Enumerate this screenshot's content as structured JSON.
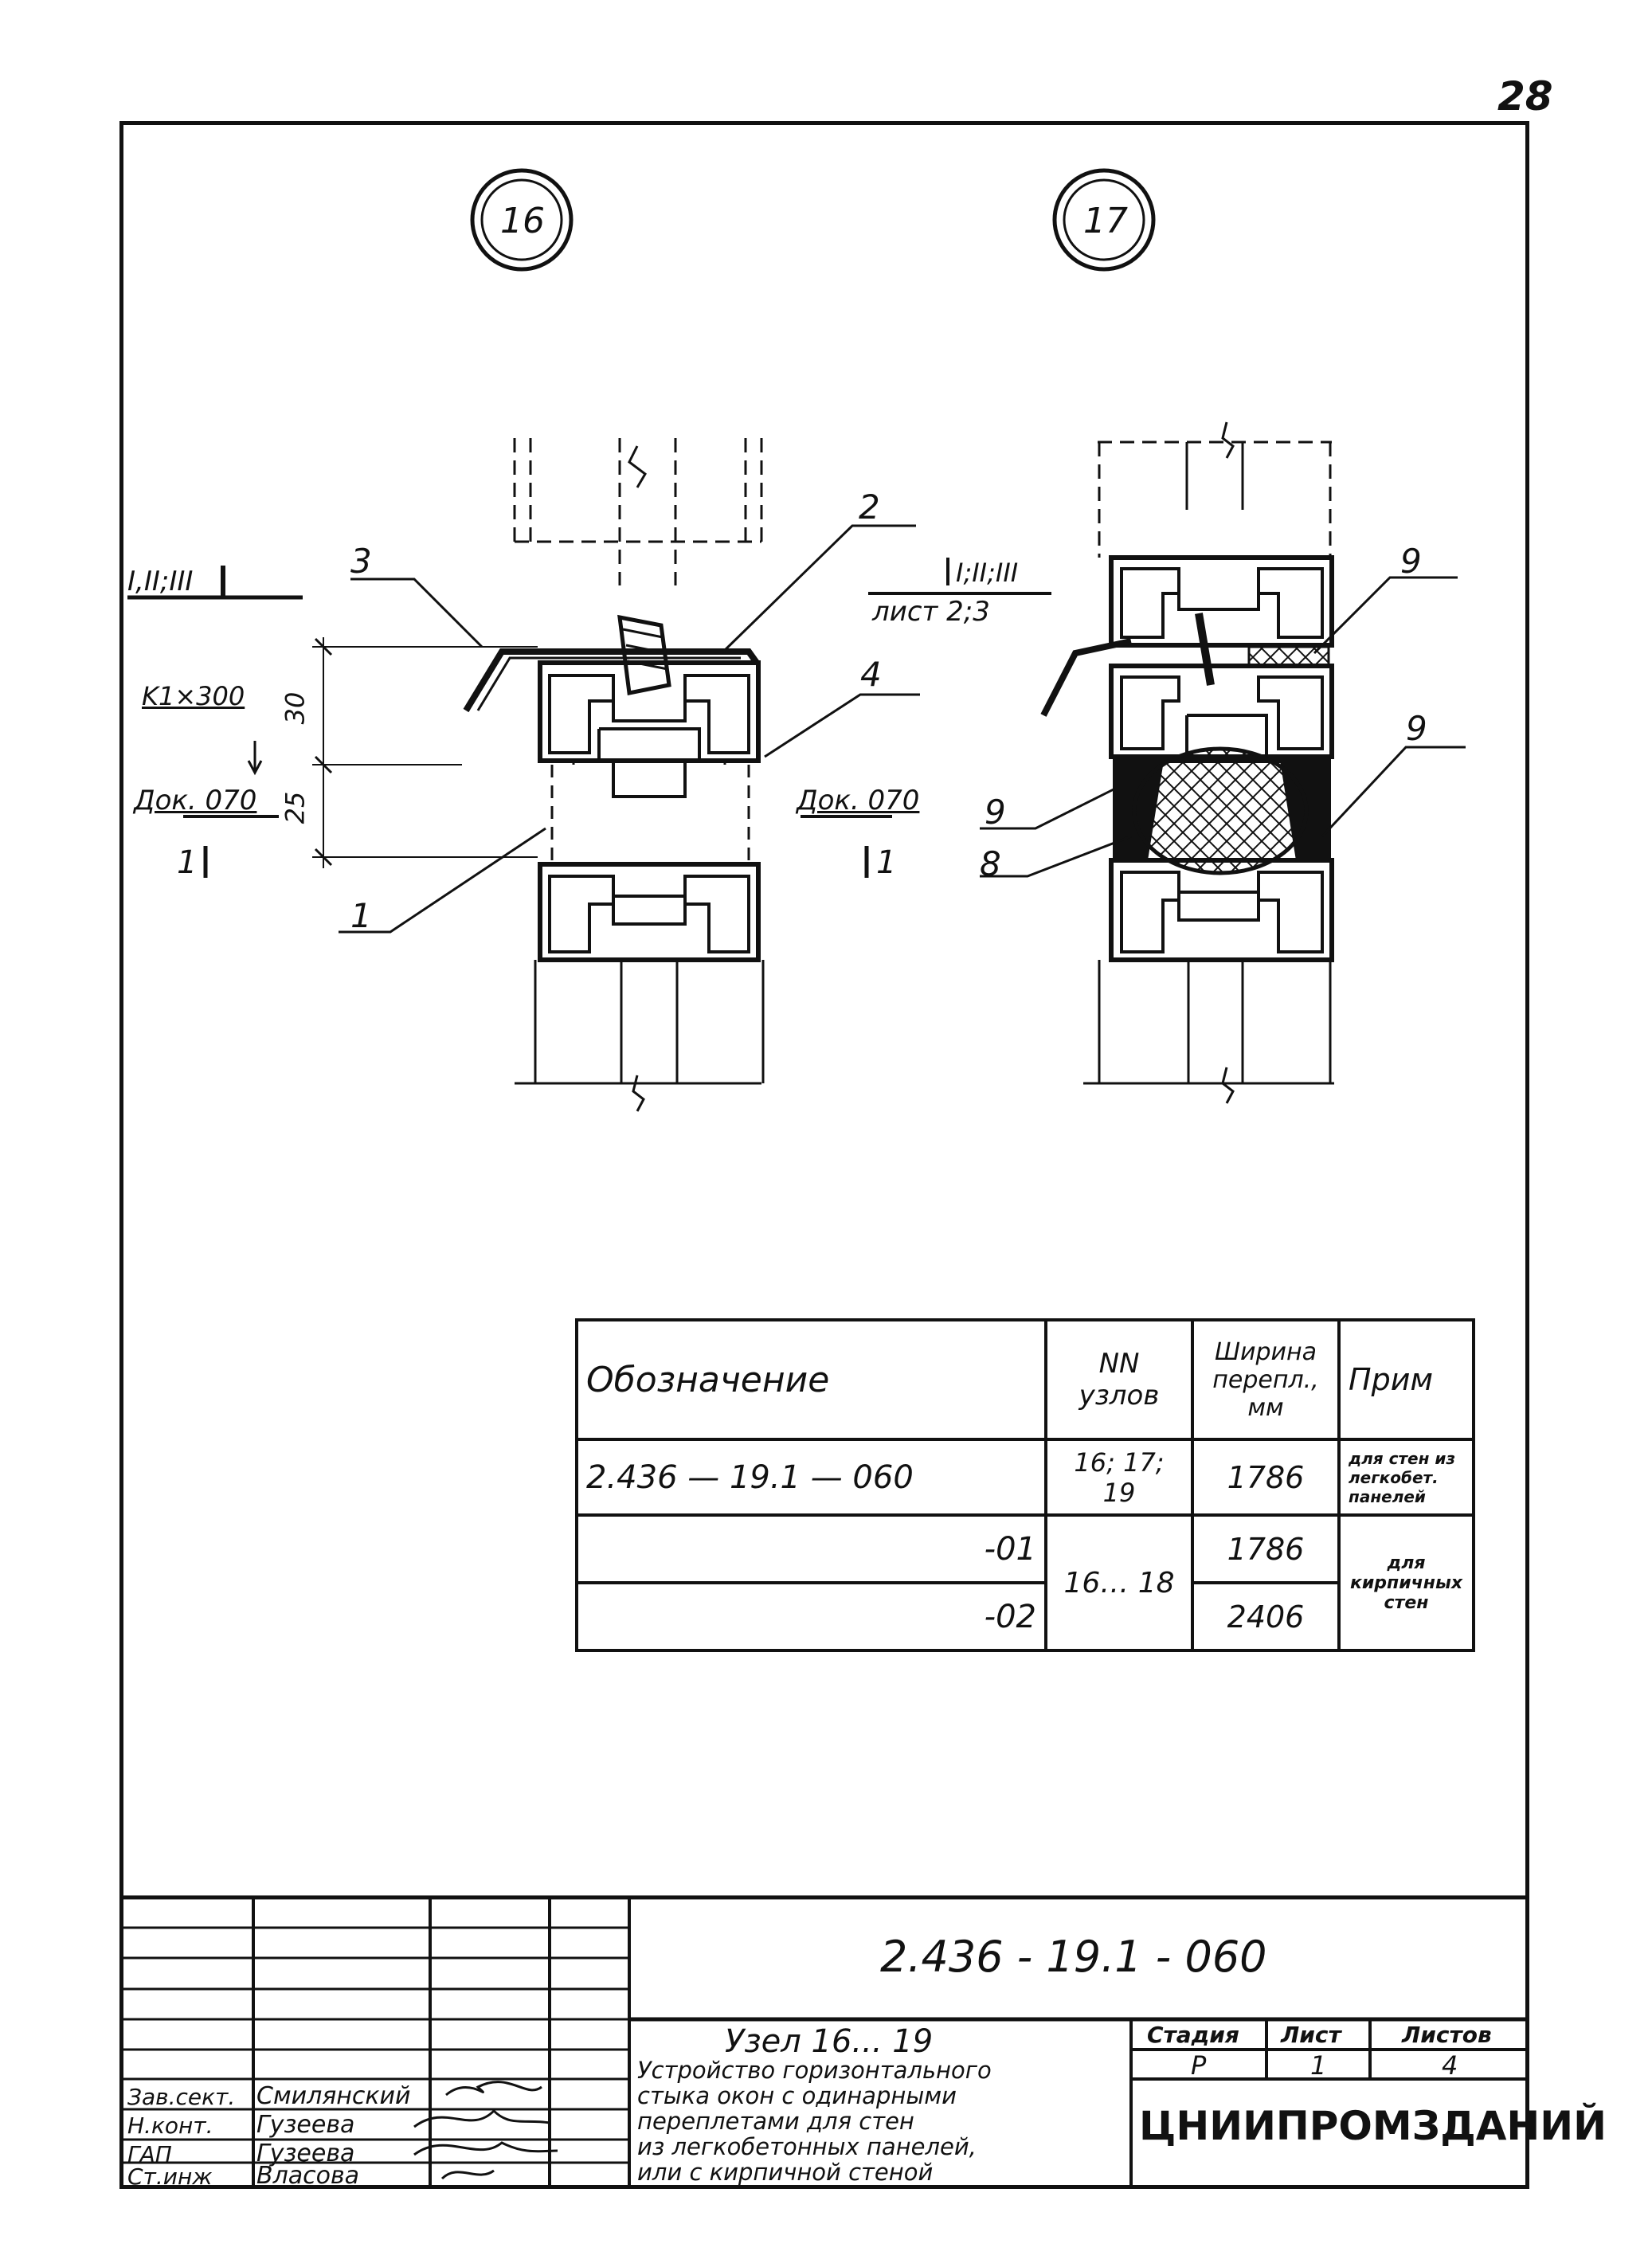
{
  "page": {
    "sheet_number": "28"
  },
  "drawing": {
    "node_16": "16",
    "node_17": "17",
    "section_left": "I,II;III",
    "section_right": "I;II;III",
    "sheet_ref": "лист 2;3",
    "dim_30": "30",
    "dim_25": "25",
    "k_label": "K1×300",
    "dok_left": "Док. 070",
    "dok_right": "Док. 070",
    "section_num_left": "1",
    "section_num_right": "1",
    "callouts": {
      "c1": "1",
      "c2": "2",
      "c3": "3",
      "c4": "4",
      "c8": "8",
      "c9a": "9",
      "c9b": "9",
      "c9c": "9"
    }
  },
  "spec_table": {
    "headers": {
      "designation": "Обозначение",
      "nodes": "NN узлов",
      "width": "Ширина перепл., мм",
      "note": "Прим"
    },
    "rows": [
      {
        "designation": "2.436 — 19.1 — 060",
        "nodes": "16; 17; 19",
        "width": "1786",
        "note": "для стен из легкобет. панелей"
      },
      {
        "designation": "-01",
        "nodes": "16… 18",
        "width": "1786",
        "note": "для кирпичных стен"
      },
      {
        "designation": "-02",
        "nodes": "",
        "width": "2406",
        "note": ""
      }
    ]
  },
  "title_block": {
    "doc_code": "2.436 - 19.1 - 060",
    "title_line1": "Узел 16... 19",
    "title_lines": [
      "Устройство горизонтального",
      "стыка окон с одинарными",
      "переплетами для стен",
      "из легкобетонных панелей,",
      "или с кирпичной стеной"
    ],
    "stage_header": "Стадия",
    "sheet_header": "Лист",
    "sheets_header": "Листов",
    "stage": "Р",
    "sheet": "1",
    "sheets": "4",
    "org": "ЦНИИПРОМЗДАНИЙ",
    "people": [
      {
        "role": "Зав.сект.",
        "name": "Смилянский"
      },
      {
        "role": "Н.конт.",
        "name": "Гузеева"
      },
      {
        "role": "ГАП",
        "name": "Гузеева"
      },
      {
        "role": "Ст.инж",
        "name": "Власова"
      }
    ]
  }
}
